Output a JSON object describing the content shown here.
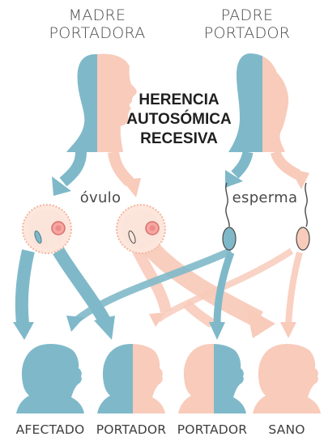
{
  "title": {
    "line1": "HERENCIA",
    "line2": "AUTOSÓMICA",
    "line3": "RECESIVA"
  },
  "parents": {
    "mother": {
      "line1": "MADRE",
      "line2": "PORTADORA"
    },
    "father": {
      "line1": "PADRE",
      "line2": "PORTADOR"
    }
  },
  "cells": {
    "egg": "óvulo",
    "sperm": "esperma"
  },
  "children": [
    {
      "label": "AFECTADO"
    },
    {
      "label": "PORTADOR"
    },
    {
      "label": "PORTADOR"
    },
    {
      "label": "SANO"
    }
  ],
  "colors": {
    "recessive": "#7fb9c9",
    "dominant": "#f8cbbb",
    "egg_nucleus": "#e88a8a",
    "text": "#4a4a4a"
  }
}
